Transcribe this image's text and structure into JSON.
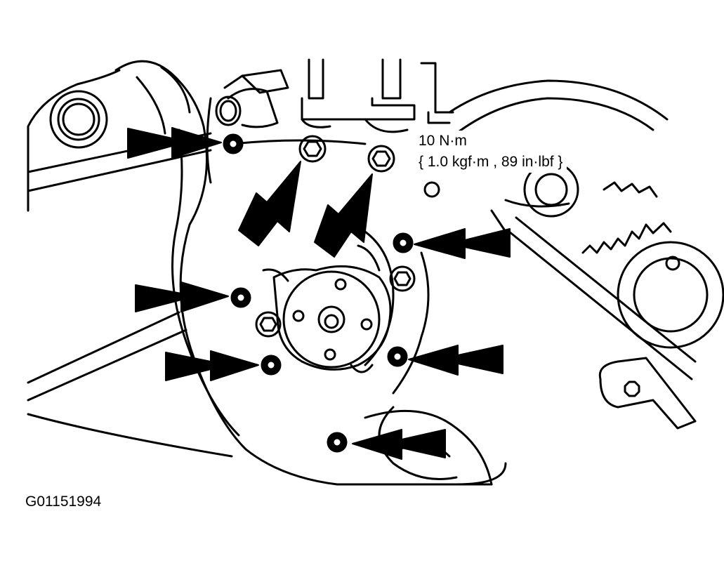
{
  "callout": {
    "torque_primary": "10 N·m",
    "torque_secondary": "{ 1.0 kgf·m , 89 in·lbf }"
  },
  "figure_id": "G01151994",
  "colors": {
    "ink": "#000000",
    "paper": "#ffffff"
  },
  "icons": {
    "arrow": "arrow-icon",
    "bolt": "bolt-icon",
    "nut": "nut-icon"
  }
}
